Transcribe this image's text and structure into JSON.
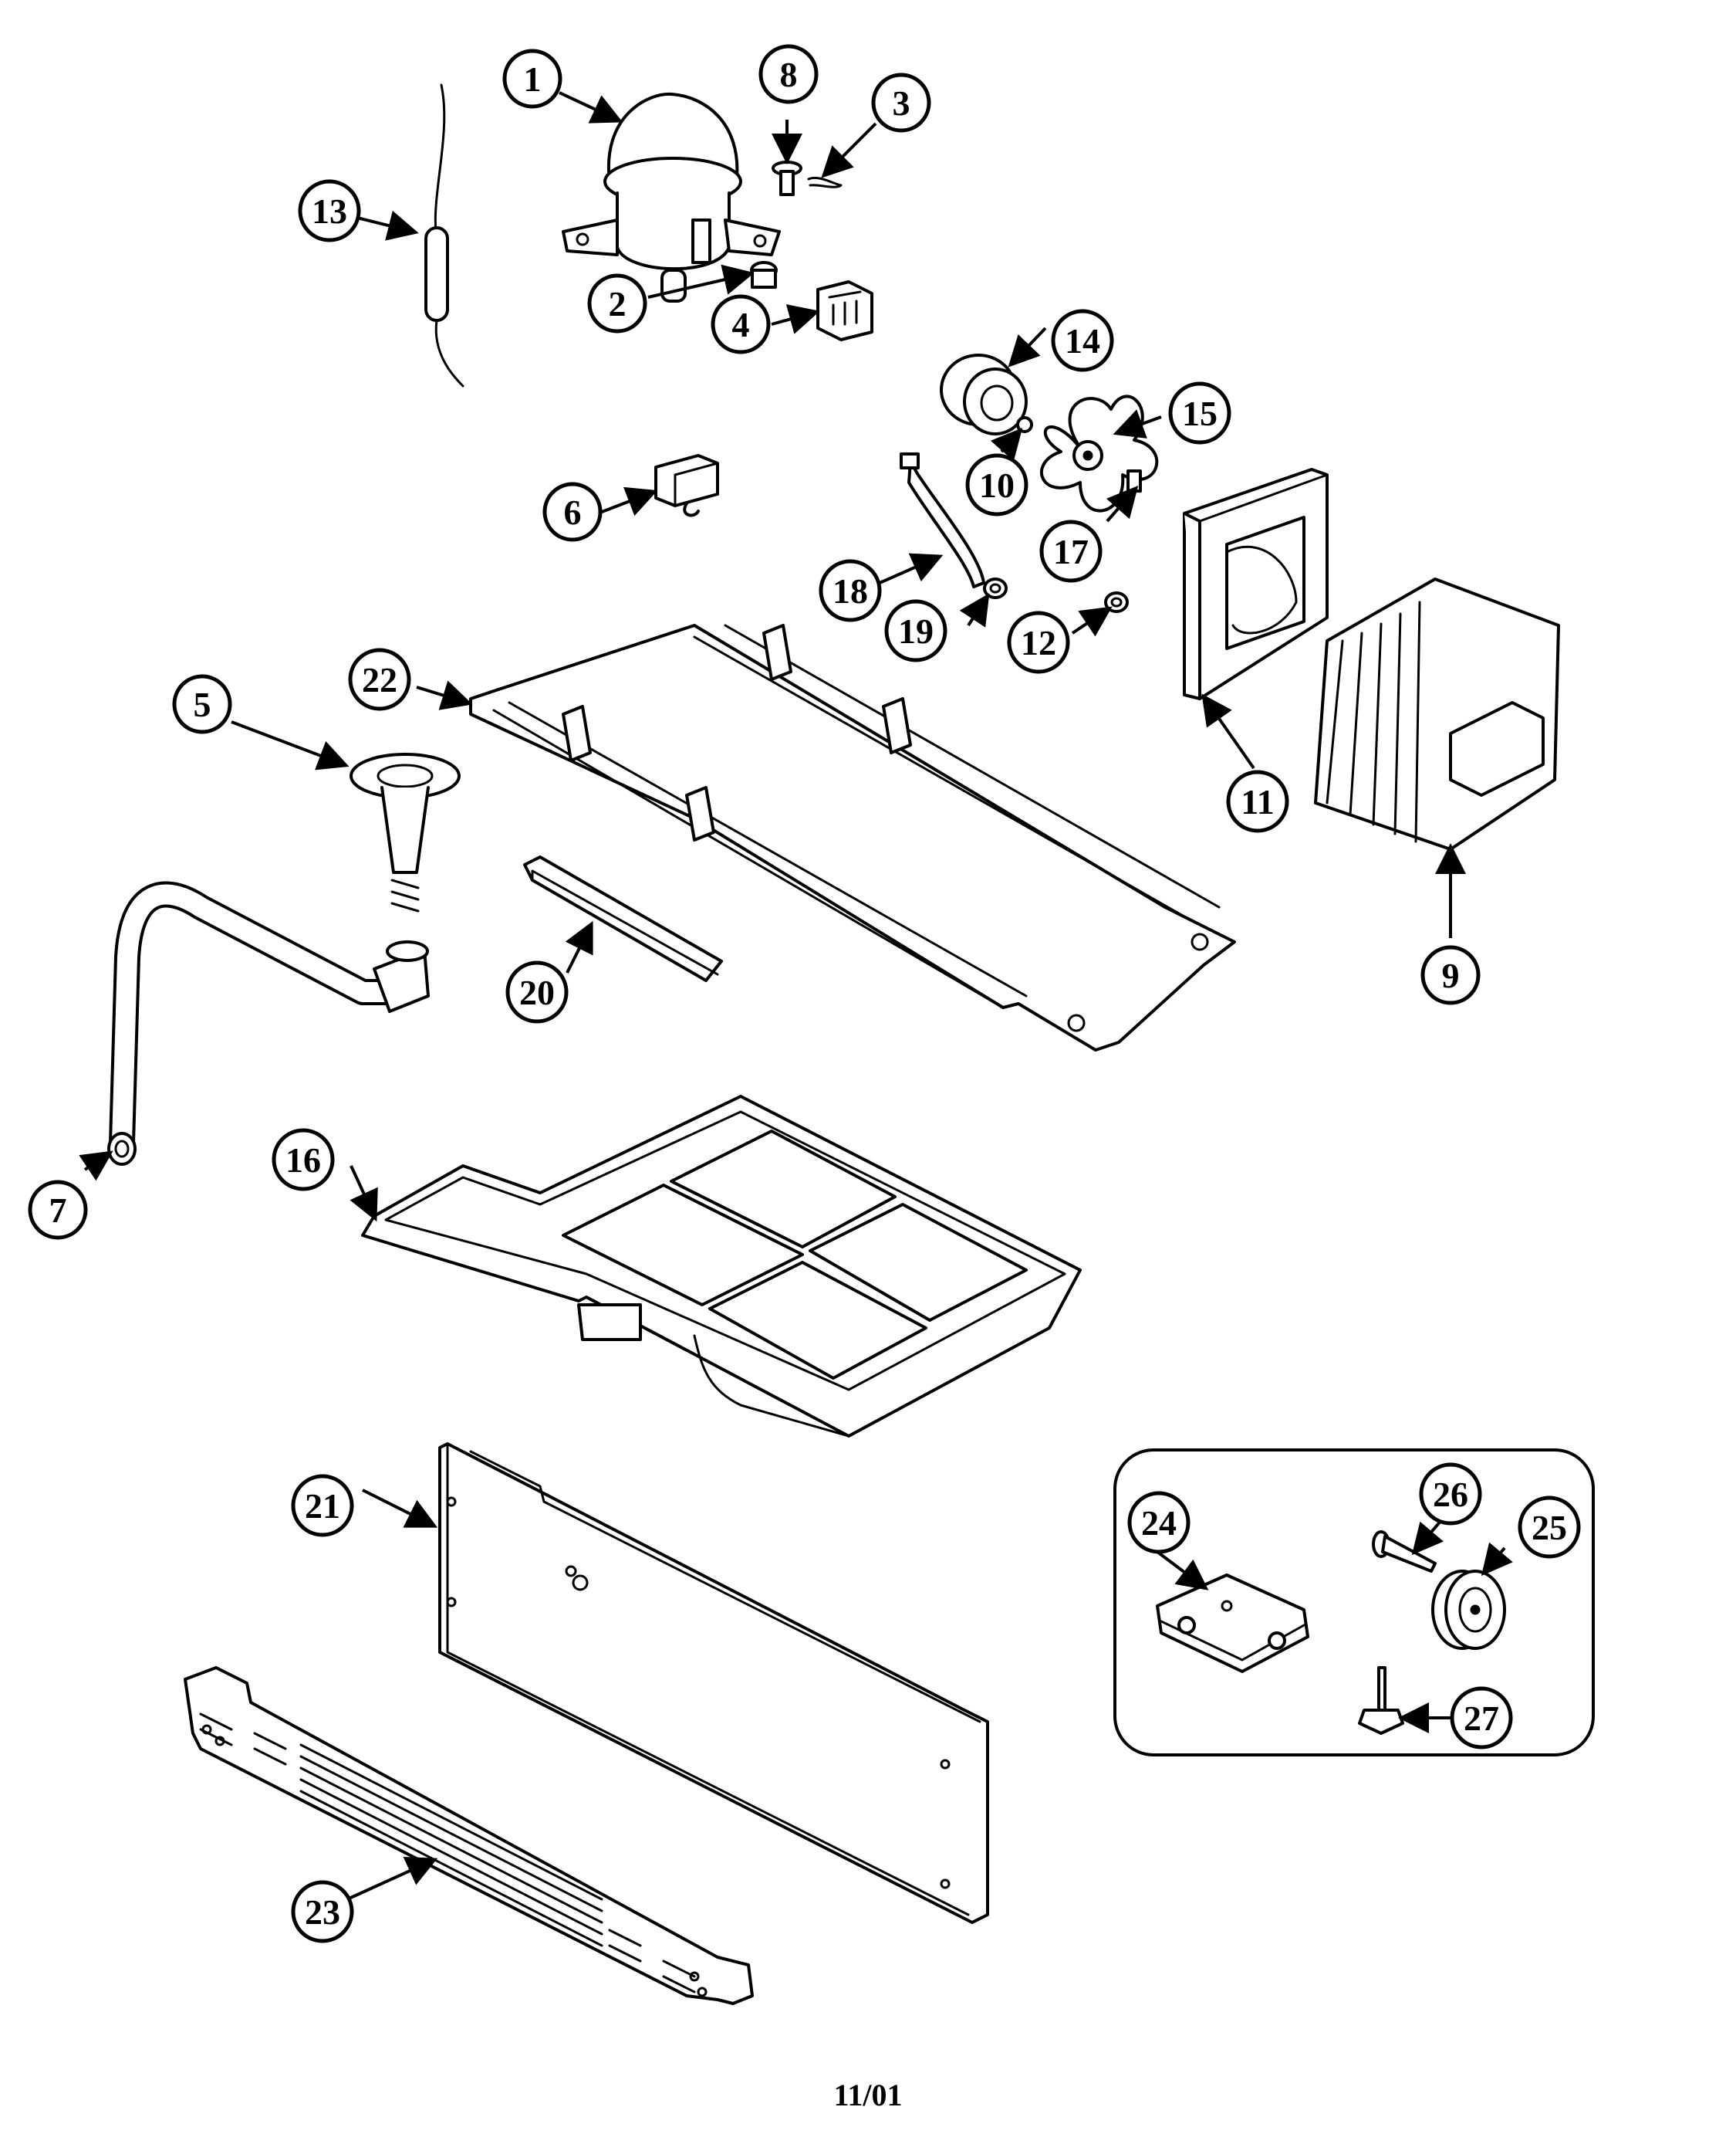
{
  "footer": {
    "date_code": "11/01"
  },
  "callouts": {
    "c1": "1",
    "c2": "2",
    "c3": "3",
    "c4": "4",
    "c5": "5",
    "c6": "6",
    "c7": "7",
    "c8": "8",
    "c9": "9",
    "c10": "10",
    "c11": "11",
    "c12": "12",
    "c13": "13",
    "c14": "14",
    "c15": "15",
    "c16": "16",
    "c17": "17",
    "c18": "18",
    "c19": "19",
    "c20": "20",
    "c21": "21",
    "c22": "22",
    "c23": "23",
    "c24": "24",
    "c25": "25",
    "c26": "26",
    "c27": "27"
  },
  "colors": {
    "line": "#000000",
    "background": "#ffffff"
  }
}
